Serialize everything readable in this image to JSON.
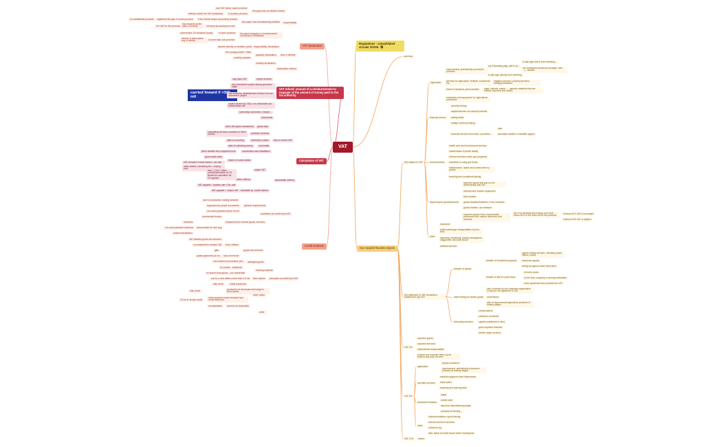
{
  "root": {
    "label": "VAT"
  },
  "regulations": {
    "label": "Regulations - consolidated circular 2/2019",
    "icon": "external-link-icon"
  },
  "note": {
    "label": "carried foward if >300 mil"
  },
  "right": {
    "overview": "overview",
    "non_taxable": {
      "label": "Non taxable/Taxable objects",
      "not_subject": {
        "label": "Not subject to VAT",
        "agriculture": "agriculture",
        "agri_lines": [
          "unprocessed, preliminarily processed products",
          "eg: A breeding pigs, add to ta...",
          "A sale pigs that is from breeding...",
          "are considered products (sausage, ham ...) - taxable",
          "A sale pigs directly from breeding",
          "services for agriculture: fertilizer, household etc...",
          "irrigation services, plowing services, dredging fertilizers",
          "breed of livestock, plant varieties",
          "eggs, animals, seeds ... - genetic materials that are breeds; imported and traded",
          "machinery and equipment for agricultural production"
        ],
        "financial": "financial service",
        "fin_lines": [
          "security trading",
          "capital transfer non-security transfer",
          "selling debts",
          "foreign currency trading",
          "financial services from bank, securities ...",
          "loan",
          "securities transfer of valuable papers"
        ],
        "social": "social services",
        "soc_lines": [
          "health care and environment services",
          "maintenance of public facility",
          "relevant services under gov programs",
          "education & using gov funds",
          "maintenance, repair and construction by people",
          "teaching and vocational training"
        ],
        "import": "import/export goods/services",
        "imp_lines": [
          "imported goods that can not be domestically paid VAT",
          "relevant and modern equipment",
          "tech transfer",
          "goods transited between 2 non-countries",
          "goods transfer, not measure",
          "exported product from unprocessed purchased from natural resources and minerals",
          "the % of minerals and energy cost must below 30% of the total cost of the products",
          "if below 51% VAT is exempted",
          "if above 51% VAT is applied"
        ],
        "other": "other",
        "oth_lines": [
          "insurance",
          "public passenger transportation by bus, train",
          "importing, publishing, storing newspapers, magazines, technical books",
          "artificial services"
        ]
      },
      "subject_not_declare": {
        "label": "Not subjected to VAT declaration, taxable and pay VAT",
        "transfer": "transfer of assets",
        "tr_lines": [
          "transfer of investment projects",
          "agents selling services, including postal offices, hotels",
          "insurance agents",
          "selling by agents which fixed price",
          "transfer of site in a joint team",
          "of every cases",
          "of site from company or among individuals",
          "some goods/services provided for VAT"
        ],
        "other_trading": "other trading of certain goods",
        "ot_lines": [
          "sale of assets by non-business organization or person not registered to VAT",
          "commission",
          "sale of unprocessed agriculture products of trading stages"
        ],
        "third": "third party services",
        "third_lines": [
          "compensation",
          "collection of interest",
          "capital contribution in kind",
          "good exported returned",
          "certain repair services"
        ]
      },
      "vat0": {
        "label": "VAT 0%",
        "lines": [
          "exported goods",
          "exported services",
          "international transportation",
          "product and exported items by an indirect way duty, tax-free..."
        ]
      },
      "vat5": {
        "label": "VAT 5%",
        "agriculture": "agriculture",
        "agri": [
          "people-produced",
          "unprocessed, preliminarily processed products at trading stages"
        ],
        "scientific": "scientific services",
        "sci": [
          "medical equipment and instruments",
          "clean water",
          "teaching and learning aids"
        ],
        "production": "production industry",
        "prod": [
          "sugar",
          "rubber latex",
          "sap from manufacturing stage",
          "products of farming ..."
        ],
        "other": "other",
        "oth": [
          "cultural exhibition, sport training",
          "science and tech services",
          "children's toy",
          "sale, lease of social house under housing law"
        ]
      },
      "vat10": {
        "label": "VAT 10%",
        "lines": [
          "others"
        ]
      }
    }
  },
  "left": {
    "declaration": {
      "label": "VAT declaration",
      "lines": [
        "sum VAT declaration",
        "same province",
        "the payer has an office/a branch",
        "directly submit the VAT declaration",
        "in another province",
        "an established products",
        "registered bit pays in same province",
        "If the branch keeps accounting records",
        "2% VAT for 8th province",
        "has declared at 8th place of activity",
        "not keep accounting records",
        "two payer has manufacturing facilities",
        "commercial, 2% declared locally",
        "in other province",
        "the payer engages in a business/real construction, installation",
        "declare & taxed place any of activity",
        "in more than one province",
        "responsibility",
        "declare directly on website, portal",
        "responsibility, declaration",
        "the company itself + filled",
        "quarterly declaration",
        "monthly updated",
        "monthly declaration",
        "time to declare",
        "declaration method"
      ]
    },
    "refund": {
      "label": "VAT refund: amount of a reimbursement to taxpayer of the amount of money paid to the tax authority",
      "lines": [
        "only input VAT",
        "export revenue",
        "new investment project during operation stage",
        "new business establishment derived from an investment project",
        "project funded by ODA, non-refundable aid, humanitarian aid",
        "ownership conversion, merger...",
        "documents"
      ]
    },
    "calculation": {
      "label": "Calculation of VAT",
      "lines": [
        "when the right is transferred",
        "goods sale",
        "completing services provided on finish volume",
        "provision services",
        "date of recording",
        "electricity & water",
        "date of collecting money",
        "real estate",
        "when transfer the completed work",
        "construction and installation",
        "time to record VAT",
        "good made sales",
        "VAT included if value added = tax rate",
        "based on value added",
        "value added x declaring tax = buying cost",
        "Item = (1/2) +Value contribution/sales of 2% Business calculation for 2% applied",
        "direct method",
        "VAT payable = taxable rate x Tax rate",
        "output VAT",
        "VAT payable = Output VAT - creditable input VAT",
        "credit method",
        "deductable method"
      ]
    },
    "credit": {
      "label": "Credit methods",
      "lines": [
        "use for production, trading services",
        "supported by proper documents",
        "general requirements",
        "non-cash payment above 20 mil",
        "conditions for credit input VAT",
        "commercial invoice",
        "requirement for deduct goods, services",
        "contracts",
        "non-cash payment evidence",
        "documented for 'last' pay",
        "custom declaration",
        "VAT-taxable goods and services",
        "not subjected to declare VAT",
        "food, clothes",
        "goods and services",
        "gifts",
        "quota payments (on lm...",
        "loss of revenue",
        "not covered by insurance (ref...",
        "damaged goods",
        "for private - traditional",
        "housing expense",
        "for search throughout - non-residential",
        "car for a new station more than 1.6 mil",
        "fixed assets",
        "fully credit",
        "credit production",
        "production of developmental stage in fixed assets",
        "fully credit",
        "used purpose's taxed declared you credit deduction",
        "not stipulated",
        "income not deductible",
        "other cases",
        "20 mil in deduct credit",
        "principles to credit input VAT",
        "other"
      ]
    }
  }
}
